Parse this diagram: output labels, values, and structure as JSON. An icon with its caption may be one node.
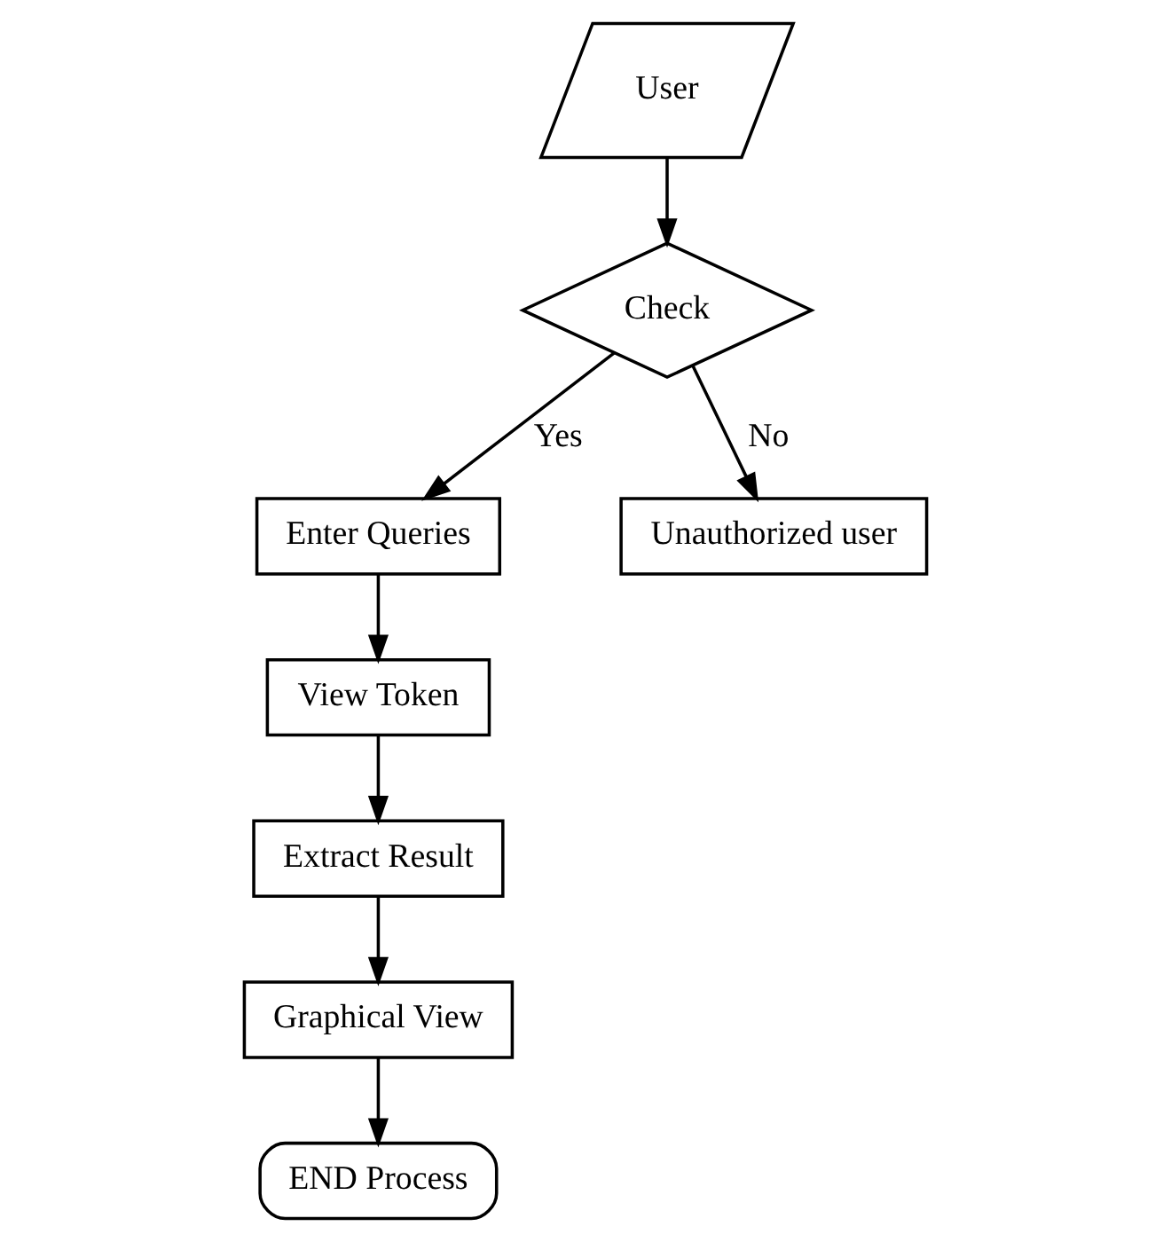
{
  "diagram": {
    "nodes": [
      {
        "text": [
          "User"
        ]
      },
      {
        "text": [
          "Check"
        ]
      },
      {
        "text": [
          "Enter Queries"
        ]
      },
      {
        "text": [
          "Unauthorized user"
        ]
      },
      {
        "text": [
          "View Token"
        ]
      },
      {
        "text": [
          "Extract Result"
        ]
      },
      {
        "text": [
          "Graphical View"
        ]
      },
      {
        "text": [
          "END Process"
        ]
      }
    ],
    "edges": [
      {
        "from": 0,
        "to": 1,
        "arrow": "to"
      },
      {
        "from": 1,
        "to": 2,
        "arrow": "to",
        "label": "Yes"
      },
      {
        "from": 1,
        "to": 3,
        "arrow": "to",
        "label": "No"
      },
      {
        "from": 2,
        "to": 4,
        "arrow": "to"
      },
      {
        "from": 4,
        "to": 5,
        "arrow": "to"
      },
      {
        "from": 5,
        "to": 6,
        "arrow": "to"
      },
      {
        "from": 6,
        "to": 7,
        "arrow": "to"
      }
    ]
  }
}
